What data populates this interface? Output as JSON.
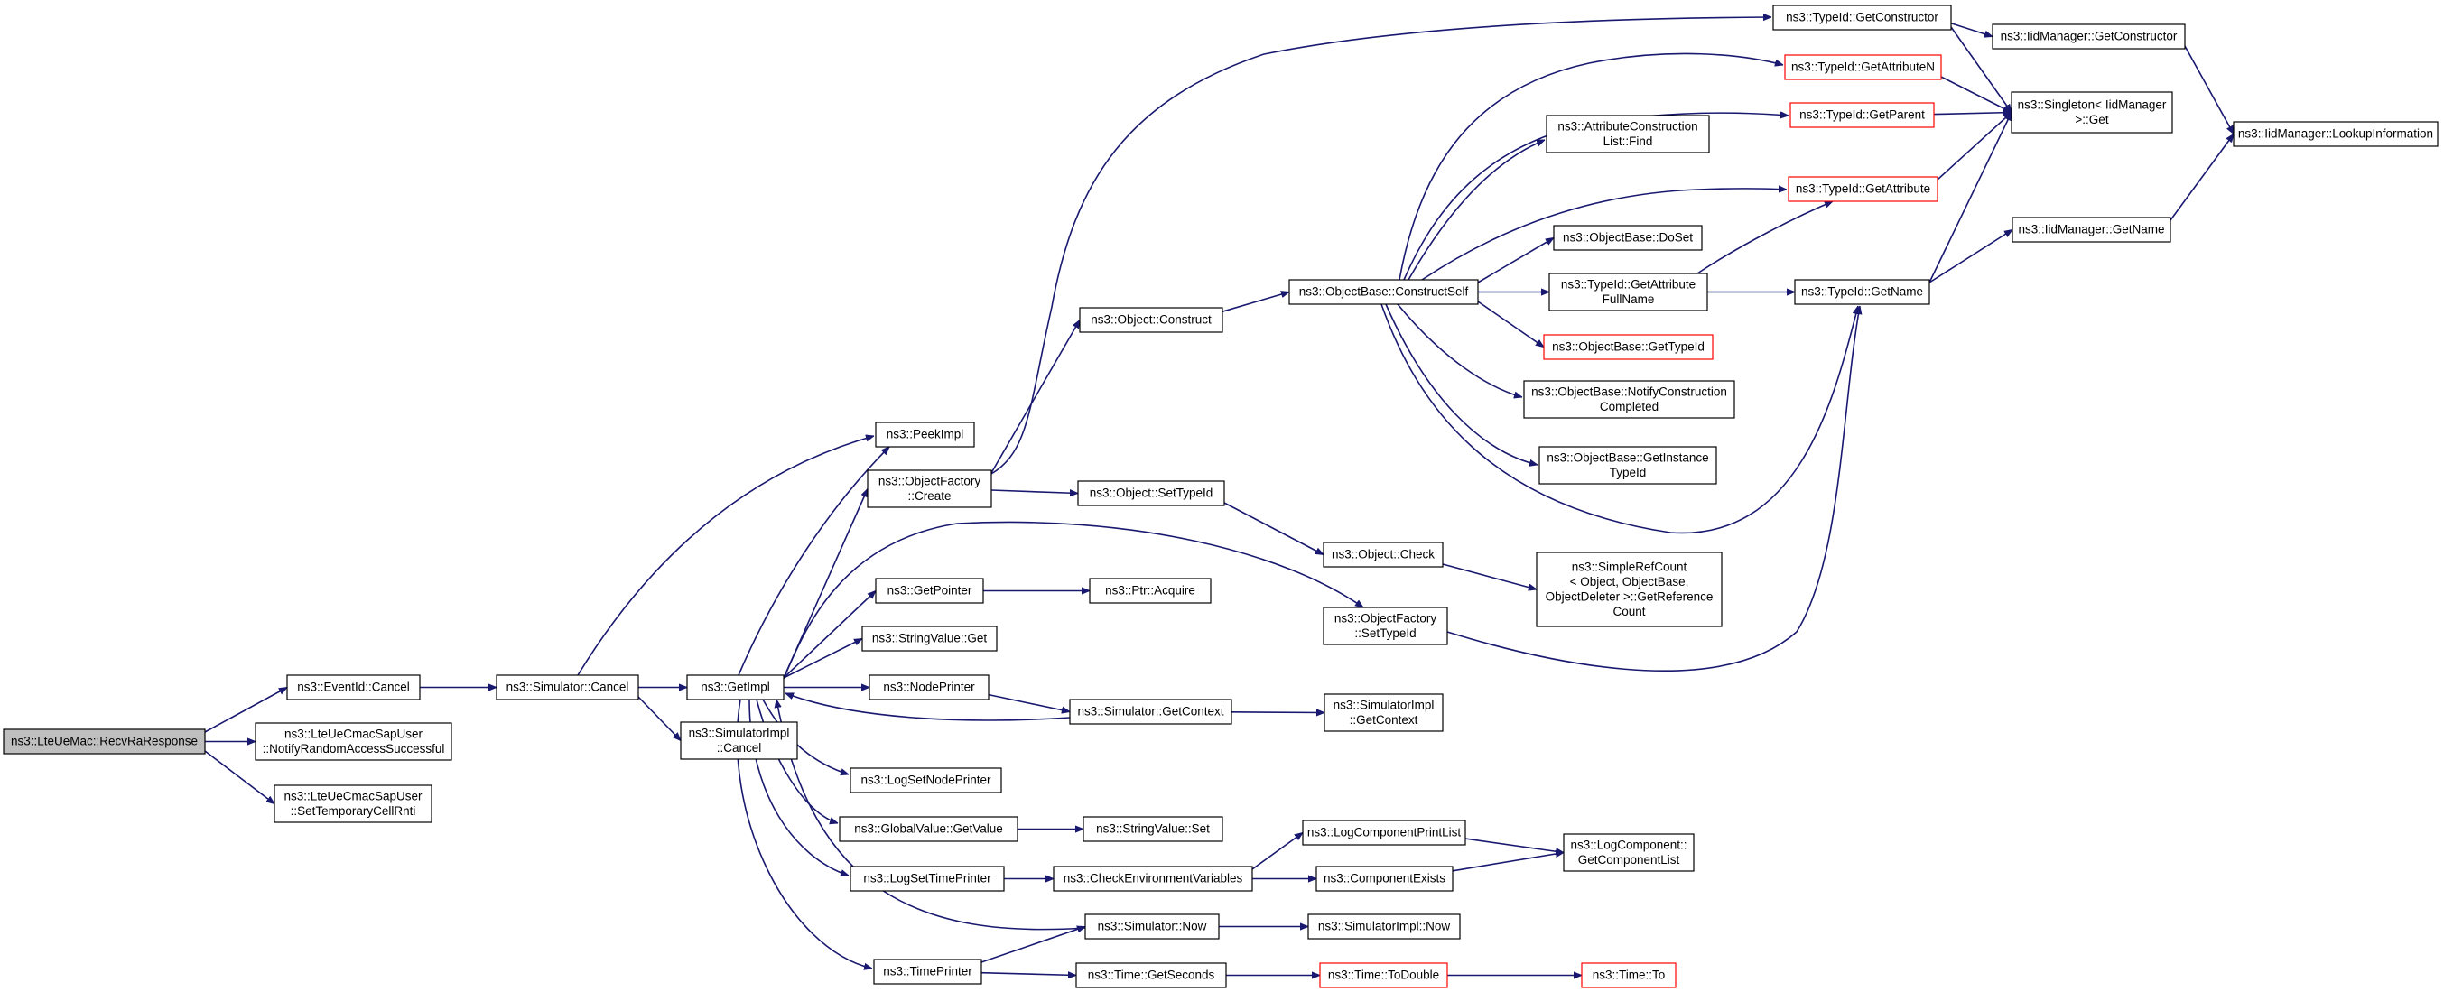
{
  "nodes": [
    {
      "id": "recv",
      "lines": [
        "ns3::LteUeMac::RecvRaResponse"
      ],
      "style": "root"
    },
    {
      "id": "evcancel",
      "lines": [
        "ns3::EventId::Cancel"
      ]
    },
    {
      "id": "notify",
      "lines": [
        "ns3::LteUeCmacSapUser",
        "::NotifyRandomAccessSuccessful"
      ]
    },
    {
      "id": "settemp",
      "lines": [
        "ns3::LteUeCmacSapUser",
        "::SetTemporaryCellRnti"
      ]
    },
    {
      "id": "simcancel",
      "lines": [
        "ns3::Simulator::Cancel"
      ]
    },
    {
      "id": "getimpl",
      "lines": [
        "ns3::GetImpl"
      ]
    },
    {
      "id": "simimplcancel",
      "lines": [
        "ns3::SimulatorImpl",
        "::Cancel"
      ]
    },
    {
      "id": "peekimpl",
      "lines": [
        "ns3::PeekImpl"
      ]
    },
    {
      "id": "ofcreate",
      "lines": [
        "ns3::ObjectFactory",
        "::Create"
      ]
    },
    {
      "id": "getpointer",
      "lines": [
        "ns3::GetPointer"
      ]
    },
    {
      "id": "strget",
      "lines": [
        "ns3::StringValue::Get"
      ]
    },
    {
      "id": "nodeprinter",
      "lines": [
        "ns3::NodePrinter"
      ]
    },
    {
      "id": "logsetnode",
      "lines": [
        "ns3::LogSetNodePrinter"
      ]
    },
    {
      "id": "gvget",
      "lines": [
        "ns3::GlobalValue::GetValue"
      ]
    },
    {
      "id": "logsettime",
      "lines": [
        "ns3::LogSetTimePrinter"
      ]
    },
    {
      "id": "timeprinter",
      "lines": [
        "ns3::TimePrinter"
      ]
    },
    {
      "id": "objconstruct",
      "lines": [
        "ns3::Object::Construct"
      ]
    },
    {
      "id": "objsettypeid",
      "lines": [
        "ns3::Object::SetTypeId"
      ]
    },
    {
      "id": "ptracquire",
      "lines": [
        "ns3::Ptr::Acquire"
      ]
    },
    {
      "id": "simgetctx",
      "lines": [
        "ns3::Simulator::GetContext"
      ]
    },
    {
      "id": "strset",
      "lines": [
        "ns3::StringValue::Set"
      ]
    },
    {
      "id": "checkenv",
      "lines": [
        "ns3::CheckEnvironmentVariables"
      ]
    },
    {
      "id": "simnow",
      "lines": [
        "ns3::Simulator::Now"
      ]
    },
    {
      "id": "timegetsec",
      "lines": [
        "ns3::Time::GetSeconds"
      ]
    },
    {
      "id": "constructself",
      "lines": [
        "ns3::ObjectBase::ConstructSelf"
      ]
    },
    {
      "id": "objcheck",
      "lines": [
        "ns3::Object::Check"
      ]
    },
    {
      "id": "ofsettypeid",
      "lines": [
        "ns3::ObjectFactory",
        "::SetTypeId"
      ]
    },
    {
      "id": "simimplgetctx",
      "lines": [
        "ns3::SimulatorImpl",
        "::GetContext"
      ]
    },
    {
      "id": "logcompprint",
      "lines": [
        "ns3::LogComponentPrintList"
      ]
    },
    {
      "id": "compexists",
      "lines": [
        "ns3::ComponentExists"
      ]
    },
    {
      "id": "simimplnow",
      "lines": [
        "ns3::SimulatorImpl::Now"
      ]
    },
    {
      "id": "timetodouble",
      "lines": [
        "ns3::Time::ToDouble"
      ],
      "style": "red"
    },
    {
      "id": "attrconstr",
      "lines": [
        "ns3::AttributeConstruction",
        "List::Find"
      ]
    },
    {
      "id": "doset",
      "lines": [
        "ns3::ObjectBase::DoSet"
      ]
    },
    {
      "id": "tigetattrfull",
      "lines": [
        "ns3::TypeId::GetAttribute",
        "FullName"
      ]
    },
    {
      "id": "obgettypeid",
      "lines": [
        "ns3::ObjectBase::GetTypeId"
      ],
      "style": "red"
    },
    {
      "id": "notifyconstr",
      "lines": [
        "ns3::ObjectBase::NotifyConstruction",
        "Completed"
      ]
    },
    {
      "id": "getinstance",
      "lines": [
        "ns3::ObjectBase::GetInstance",
        "TypeId"
      ]
    },
    {
      "id": "simplerefcount",
      "lines": [
        "ns3::SimpleRefCount",
        "< Object, ObjectBase,",
        "ObjectDeleter >::GetReference",
        "Count"
      ]
    },
    {
      "id": "logcomplist",
      "lines": [
        "ns3::LogComponent::",
        "GetComponentList"
      ]
    },
    {
      "id": "timeto",
      "lines": [
        "ns3::Time::To"
      ],
      "style": "red"
    },
    {
      "id": "tigetconstr",
      "lines": [
        "ns3::TypeId::GetConstructor"
      ]
    },
    {
      "id": "tigetattrn",
      "lines": [
        "ns3::TypeId::GetAttributeN"
      ],
      "style": "red"
    },
    {
      "id": "tigetparent",
      "lines": [
        "ns3::TypeId::GetParent"
      ],
      "style": "red"
    },
    {
      "id": "tigetattr",
      "lines": [
        "ns3::TypeId::GetAttribute"
      ],
      "style": "red"
    },
    {
      "id": "tigetname",
      "lines": [
        "ns3::TypeId::GetName"
      ]
    },
    {
      "id": "iidgetconstr",
      "lines": [
        "ns3::IidManager::GetConstructor"
      ]
    },
    {
      "id": "singleton",
      "lines": [
        "ns3::Singleton< IidManager",
        " >::Get"
      ]
    },
    {
      "id": "iidgetname",
      "lines": [
        "ns3::IidManager::GetName"
      ]
    },
    {
      "id": "iidlookup",
      "lines": [
        "ns3::IidManager::LookupInformation"
      ]
    }
  ],
  "edges": [
    [
      "recv",
      "evcancel"
    ],
    [
      "recv",
      "notify"
    ],
    [
      "recv",
      "settemp"
    ],
    [
      "evcancel",
      "simcancel"
    ],
    [
      "simcancel",
      "getimpl"
    ],
    [
      "simcancel",
      "simimplcancel"
    ],
    [
      "simcancel",
      "peekimpl"
    ],
    [
      "getimpl",
      "peekimpl"
    ],
    [
      "getimpl",
      "ofcreate"
    ],
    [
      "getimpl",
      "getpointer"
    ],
    [
      "getimpl",
      "strget"
    ],
    [
      "getimpl",
      "nodeprinter"
    ],
    [
      "getimpl",
      "logsetnode"
    ],
    [
      "getimpl",
      "gvget"
    ],
    [
      "getimpl",
      "logsettime"
    ],
    [
      "getimpl",
      "timeprinter"
    ],
    [
      "getimpl",
      "ofsettypeid"
    ],
    [
      "ofcreate",
      "objconstruct"
    ],
    [
      "ofcreate",
      "objsettypeid"
    ],
    [
      "ofcreate",
      "tigetconstr"
    ],
    [
      "getpointer",
      "ptracquire"
    ],
    [
      "nodeprinter",
      "simgetctx"
    ],
    [
      "simgetctx",
      "getimpl"
    ],
    [
      "simgetctx",
      "simimplgetctx"
    ],
    [
      "gvget",
      "strset"
    ],
    [
      "logsettime",
      "checkenv"
    ],
    [
      "checkenv",
      "logcompprint"
    ],
    [
      "checkenv",
      "compexists"
    ],
    [
      "timeprinter",
      "simnow"
    ],
    [
      "timeprinter",
      "timegetsec"
    ],
    [
      "simnow",
      "getimpl"
    ],
    [
      "simnow",
      "simimplnow"
    ],
    [
      "timegetsec",
      "timetodouble"
    ],
    [
      "timetodouble",
      "timeto"
    ],
    [
      "objconstruct",
      "constructself"
    ],
    [
      "objsettypeid",
      "objcheck"
    ],
    [
      "objcheck",
      "simplerefcount"
    ],
    [
      "ofsettypeid",
      "tigetname"
    ],
    [
      "constructself",
      "attrconstr"
    ],
    [
      "constructself",
      "doset"
    ],
    [
      "constructself",
      "tigetattrfull"
    ],
    [
      "constructself",
      "obgettypeid"
    ],
    [
      "constructself",
      "notifyconstr"
    ],
    [
      "constructself",
      "getinstance"
    ],
    [
      "constructself",
      "tigetattrn"
    ],
    [
      "constructself",
      "tigetparent"
    ],
    [
      "constructself",
      "tigetattr"
    ],
    [
      "constructself",
      "tigetname"
    ],
    [
      "tigetattrfull",
      "tigetattr"
    ],
    [
      "tigetattrfull",
      "tigetname"
    ],
    [
      "logcompprint",
      "logcomplist"
    ],
    [
      "compexists",
      "logcomplist"
    ],
    [
      "tigetconstr",
      "iidgetconstr"
    ],
    [
      "tigetconstr",
      "singleton"
    ],
    [
      "tigetattrn",
      "singleton"
    ],
    [
      "tigetparent",
      "singleton"
    ],
    [
      "tigetattr",
      "singleton"
    ],
    [
      "tigetname",
      "singleton"
    ],
    [
      "tigetname",
      "iidgetname"
    ],
    [
      "iidgetconstr",
      "iidlookup"
    ],
    [
      "iidgetname",
      "iidlookup"
    ]
  ]
}
